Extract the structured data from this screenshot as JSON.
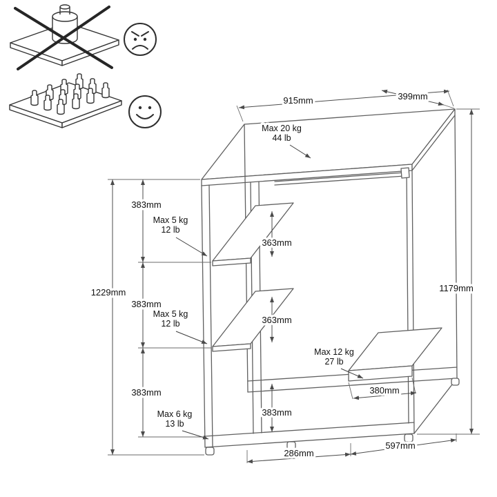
{
  "page": {
    "background": "#ffffff",
    "line_color": "#5f5f5f",
    "text_color": "#111111"
  },
  "instructions": {
    "wrong_icon": "concentrated-load-crossed-out",
    "correct_icon": "distributed-load",
    "wrong_face": "angry-face",
    "correct_face": "happy-face"
  },
  "dimensions": {
    "top_width": "915mm",
    "top_depth": "399mm",
    "height_left": "1229mm",
    "height_right": "1179mm",
    "left_section_1": "383mm",
    "left_section_2": "383mm",
    "left_section_3": "383mm",
    "middle_gap_1": "363mm",
    "middle_gap_2": "363mm",
    "middle_bottom": "383mm",
    "right_shelf_depth": "380mm",
    "bottom_left_width": "286mm",
    "bottom_right_width": "597mm"
  },
  "load_limits": {
    "top": {
      "kg": "Max 20 kg",
      "lb": "44 lb"
    },
    "shelf_upper": {
      "kg": "Max 5 kg",
      "lb": "12 lb"
    },
    "shelf_lower": {
      "kg": "Max 5 kg",
      "lb": "12 lb"
    },
    "bottom": {
      "kg": "Max 6 kg",
      "lb": "13 lb"
    },
    "right_shelf": {
      "kg": "Max 12 kg",
      "lb": "27 lb"
    }
  }
}
